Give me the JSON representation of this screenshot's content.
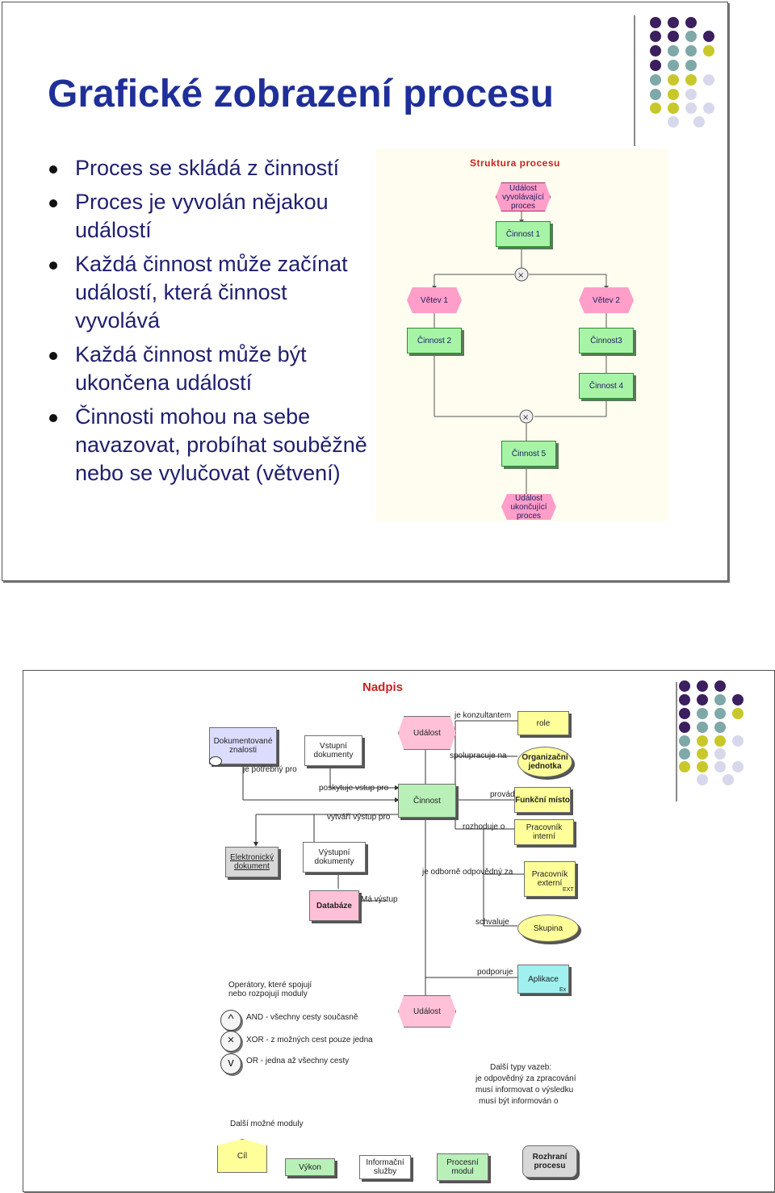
{
  "slide1": {
    "title": "Grafické zobrazení procesu",
    "bullets": [
      "Proces se skládá z činností",
      "Proces je vyvolán nějakou událostí",
      "Každá činnost může začínat událostí, která činnost vyvolává",
      "Každá činnost může být ukončena událostí",
      "Činnosti mohou na sebe navazovat, probíhat souběžně nebo se vylučovat (větvení)"
    ],
    "diagram": {
      "title": "Struktura procesu",
      "start_event": "Událost vyvolávající proces",
      "activity1": "Činnost 1",
      "branch1": "Větev 1",
      "branch2": "Větev 2",
      "activity2": "Činnost 2",
      "activity3": "Činnost3",
      "activity4": "Činnost 4",
      "activity5": "Činnost 5",
      "end_event": "Událost ukončující proces"
    }
  },
  "slide2": {
    "title": "Nadpis",
    "doc_knowledge": "Dokumentované znalosti",
    "input_docs": "Vstupní dokumenty",
    "event_top": "Událost",
    "consults": "je konzultantem",
    "role": "role",
    "cooperates": "spolupracuje na",
    "org_unit": "Organizační jednotka",
    "needed_for": "je potřebný pro",
    "provides_input": "poskytuje vstup pro",
    "activity": "Činnost",
    "performs": "provádí",
    "function_place": "Funkční místo",
    "creates_output": "vytváří výstup pro",
    "decides": "rozhoduje o",
    "worker_internal": "Pracovník interní",
    "electronic_doc": "Elektronický dokument",
    "output_docs": "Výstupní dokumenty",
    "responsible": "je odborně odpovědný za",
    "worker_external": "Pracovník externí",
    "ext_tag": "EXT",
    "database": "Databáze",
    "has_output": "Má výstup",
    "approves": "schvaluje",
    "group": "Skupina",
    "supports": "podporuje",
    "application": "Aplikace",
    "app_tag": "Ex",
    "operators_title": "Operátory, které spojují nebo rozpojují moduly",
    "event_bottom": "Událost",
    "and_label": "AND - všechny cesty současně",
    "xor_label": "XOR - z možných cest pouze jedna",
    "or_label": "OR - jedna až všechny cesty",
    "other_links": "Další typy vazeb:",
    "link1": "je odpovědný za zpracování",
    "link2": "musí informovat o výsledku",
    "link3": "musí být informován o",
    "other_modules": "Další možné moduly",
    "goal": "Cíl",
    "performance": "Výkon",
    "info_services": "Informační služby",
    "process_module": "Procesní modul",
    "process_interface": "Rozhraní procesu"
  },
  "colors": {
    "title_blue": "#1f2f99",
    "nadpis_red": "#cc2222",
    "purple": "#3b1f5e",
    "teal": "#7fa8a8",
    "olive": "#c8c82a",
    "light": "#d8d8ec"
  }
}
